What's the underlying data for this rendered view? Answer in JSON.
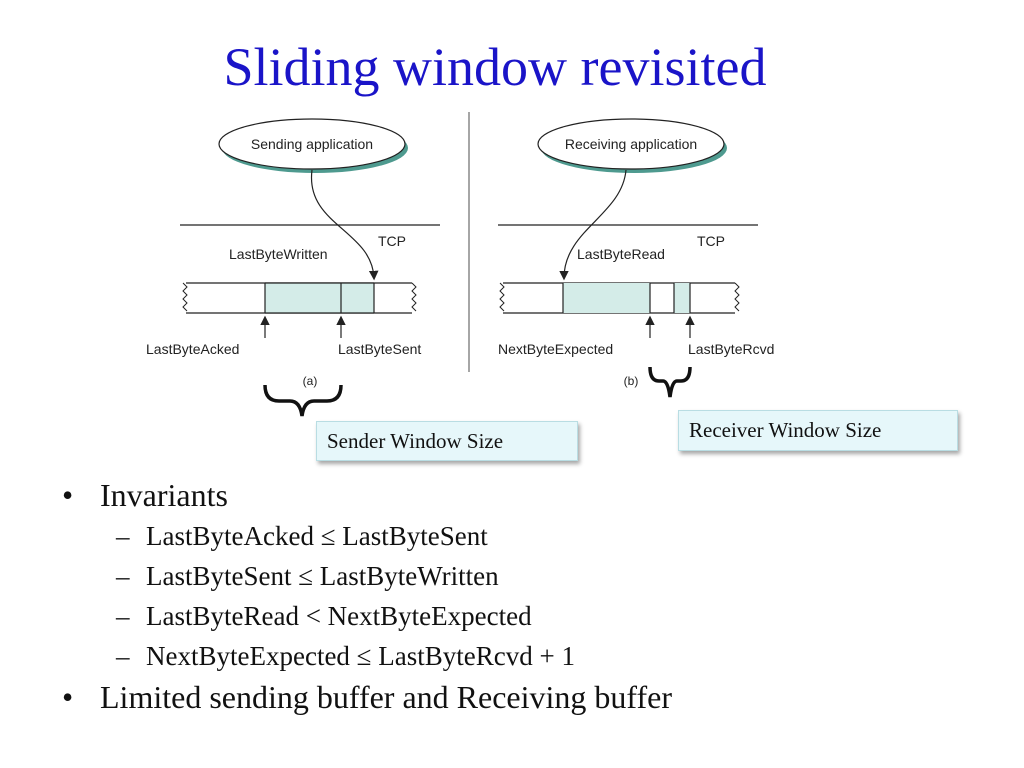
{
  "slide": {
    "title": "Sliding window revisited"
  },
  "diagram": {
    "sender": {
      "app_label": "Sending application",
      "tcp_label": "TCP",
      "pointer_top": "LastByteWritten",
      "pointer_left": "LastByteAcked",
      "pointer_right": "LastByteSent",
      "caption": "(a)"
    },
    "receiver": {
      "app_label": "Receiving application",
      "tcp_label": "TCP",
      "pointer_top": "LastByteRead",
      "pointer_left": "NextByteExpected",
      "pointer_right": "LastByteRcvd",
      "caption": "(b)"
    },
    "colors": {
      "buffer_fill": "#d4ece8",
      "ellipse_shadow": "#4e9a8f",
      "line": "#222222"
    }
  },
  "callouts": {
    "sender_window": "Sender Window Size",
    "receiver_window": "Receiver Window Size"
  },
  "bullets": [
    {
      "text": "Invariants",
      "subitems": [
        "LastByteAcked ≤ LastByteSent",
        "LastByteSent ≤ LastByteWritten",
        "LastByteRead < NextByteExpected",
        "NextByteExpected ≤ LastByteRcvd + 1"
      ]
    },
    {
      "text": "Limited sending buffer and Receiving buffer"
    }
  ],
  "bullet_mark": "•",
  "dash_mark": "–",
  "title_color": "#1a14c8"
}
